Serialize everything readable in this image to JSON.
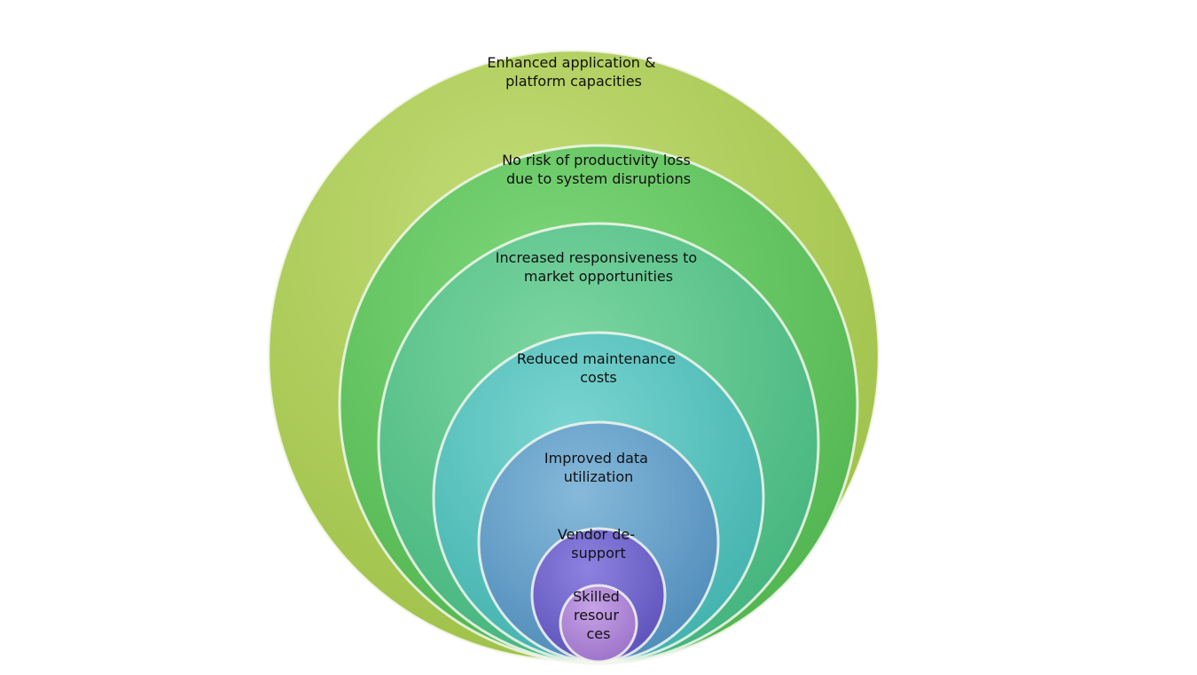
{
  "diagram": {
    "type": "nested-circles",
    "rings": [
      {
        "label_lines": [
          "Enhanced application  &",
          "platform capacities"
        ],
        "color_light": "#c3dc77",
        "color_dark": "#9cbf45"
      },
      {
        "label_lines": [
          "No risk of productivity loss",
          "due to system disruptions"
        ],
        "color_light": "#7ed87a",
        "color_dark": "#4fb34d"
      },
      {
        "label_lines": [
          "Increased responsiveness to",
          "market opportunities"
        ],
        "color_light": "#7cd6a0",
        "color_dark": "#41b27c"
      },
      {
        "label_lines": [
          "Reduced maintenance",
          "costs"
        ],
        "color_light": "#7ad5d1",
        "color_dark": "#3fb0ab"
      },
      {
        "label_lines": [
          "Improved data",
          "utilization"
        ],
        "color_light": "#86b9da",
        "color_dark": "#4d8ab8"
      },
      {
        "label_lines": [
          "Vendor de-",
          "support"
        ],
        "color_light": "#8d82e0",
        "color_dark": "#5b4fb8"
      },
      {
        "label_lines": [
          "Skilled",
          "resour",
          "ces"
        ],
        "color_light": "#c6a3e6",
        "color_dark": "#9a6fc7"
      }
    ]
  }
}
